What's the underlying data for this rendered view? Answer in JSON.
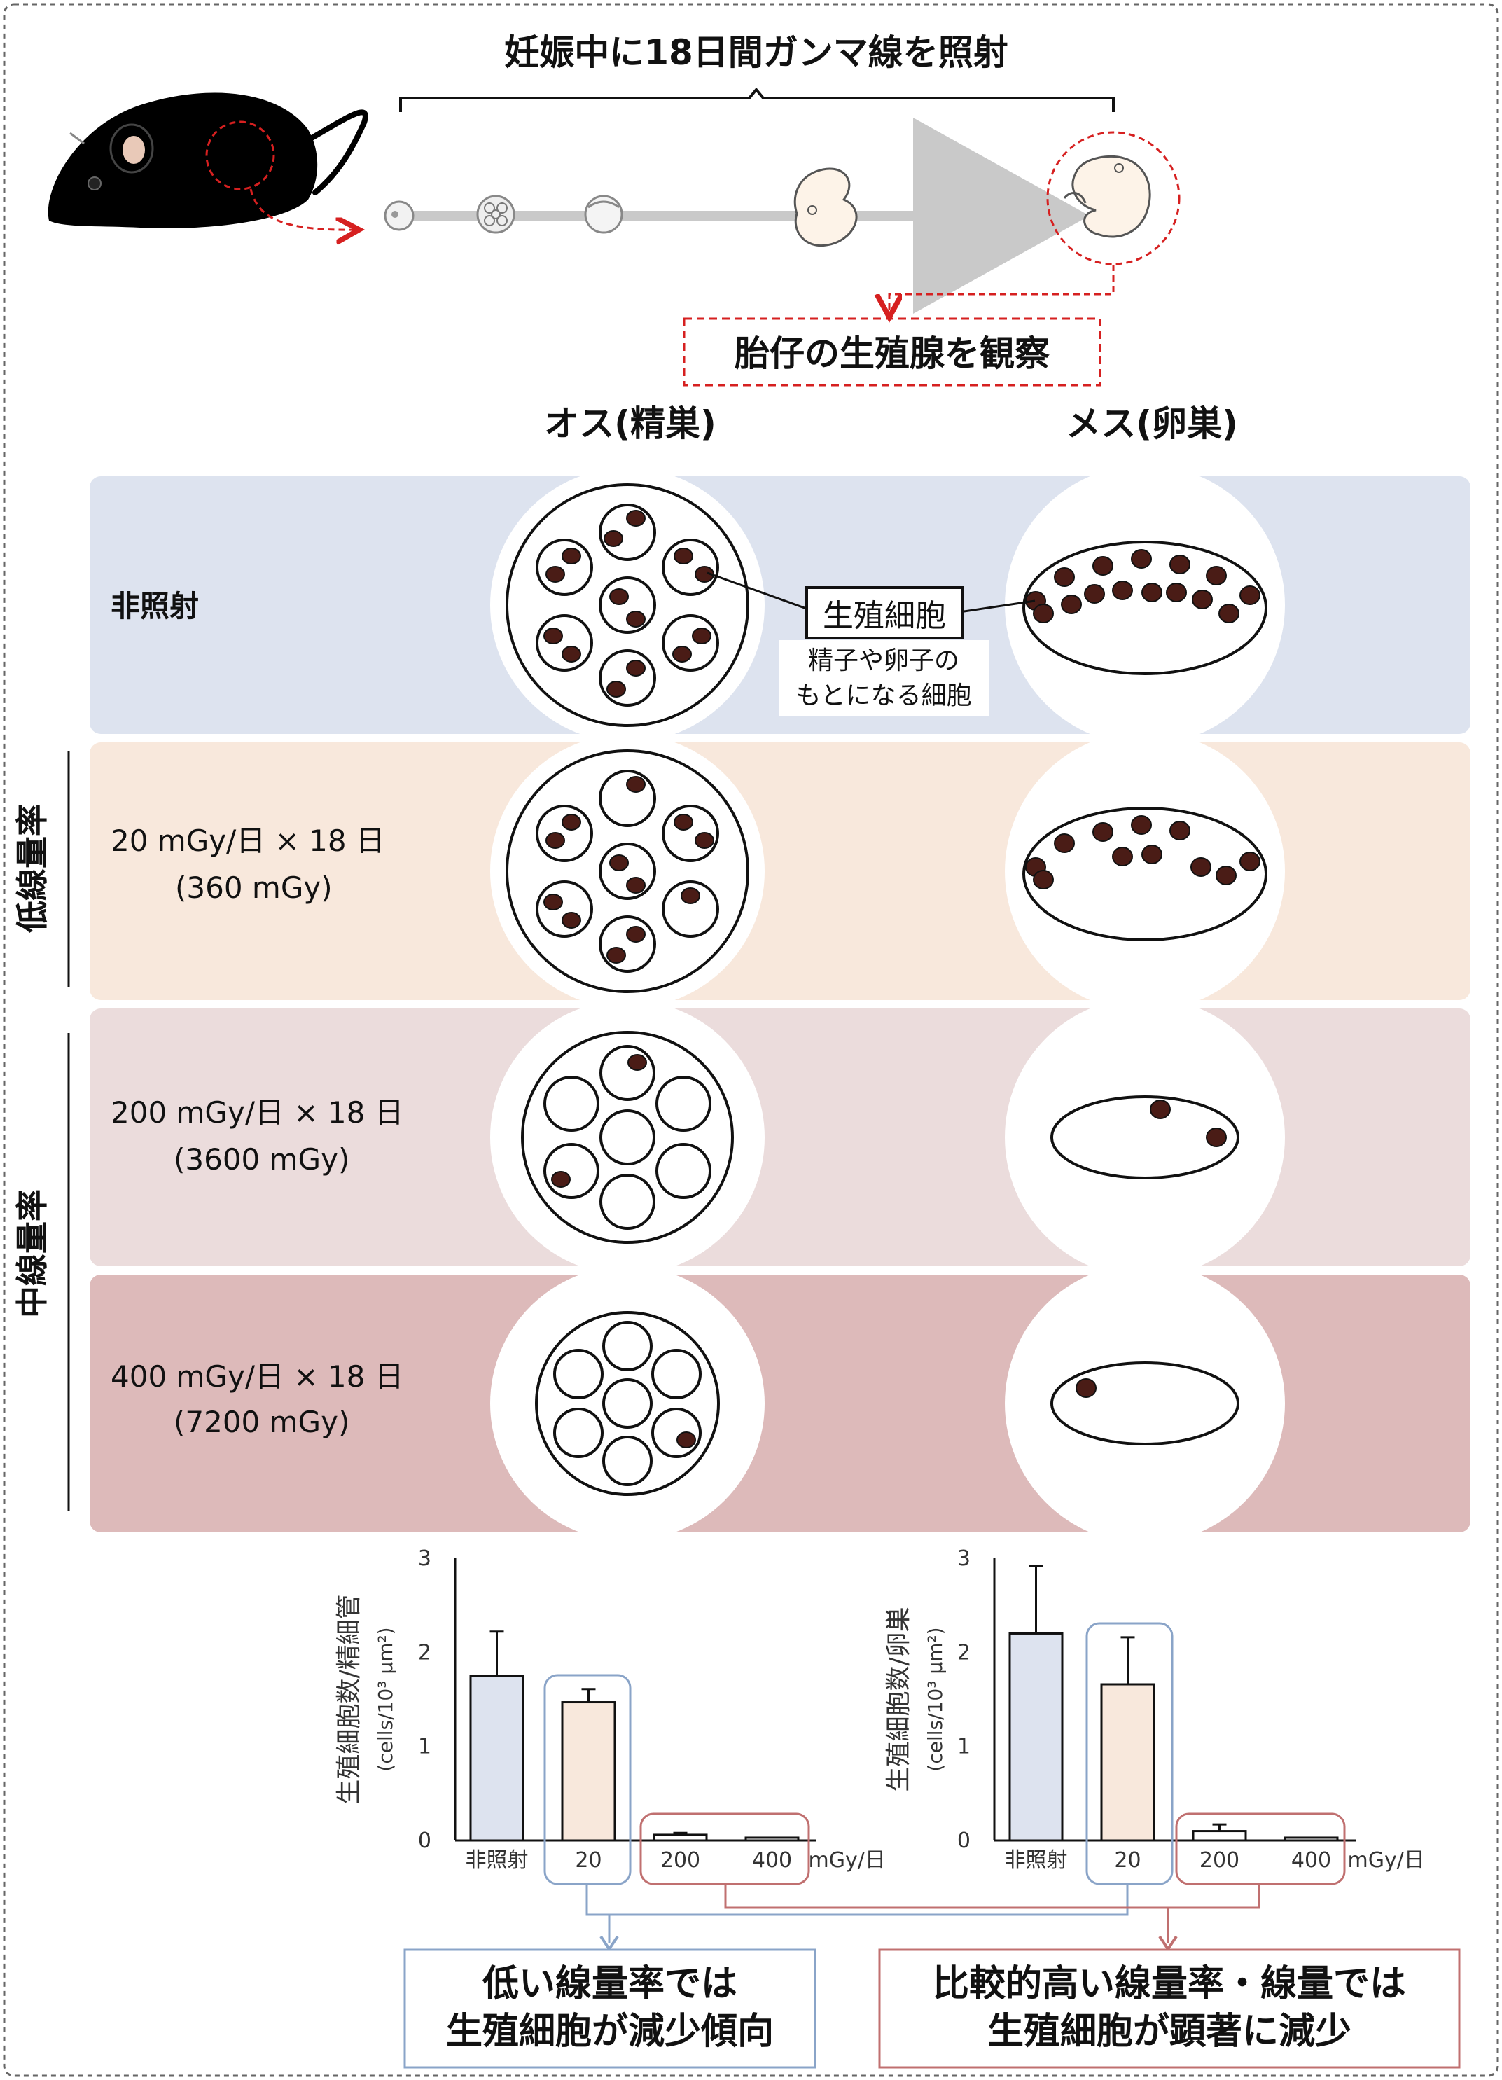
{
  "top": {
    "irradiation_label": "妊娠中に18日間ガンマ線を照射",
    "observe_label": "胎仔の生殖腺を観察"
  },
  "columns": {
    "male": "オス(精巣)",
    "female": "メス(卵巣)"
  },
  "rows": [
    {
      "label1": "非照射",
      "label2": "",
      "color": "#dde3ef"
    },
    {
      "label1": "20 mGy/日 × 18 日",
      "label2": "(360 mGy)",
      "color": "#f8e8dc"
    },
    {
      "label1": "200 mGy/日 × 18 日",
      "label2": "(3600 mGy)",
      "color": "#ebdcdc"
    },
    {
      "label1": "400 mGy/日 × 18 日",
      "label2": "(7200 mGy)",
      "color": "#ddbaba"
    }
  ],
  "side_labels": {
    "low": "低線量率",
    "mid": "中線量率"
  },
  "callout": {
    "title": "生殖細胞",
    "desc1": "精子や卵子の",
    "desc2": "もとになる細胞"
  },
  "chart_data": [
    {
      "type": "bar",
      "ylabel": "生殖細胞数/精細管",
      "yunit": "(cells/10³ µm²)",
      "categories": [
        "非照射",
        "20",
        "200",
        "400"
      ],
      "x_unit": "mGy/日",
      "values": [
        1.75,
        1.47,
        0.06,
        0.03
      ],
      "errors": [
        0.47,
        0.14,
        0.02,
        0.0
      ],
      "colors": [
        "#dde3ef",
        "#f8e8dc",
        "#ffffff",
        "#ffffff"
      ],
      "ylim": [
        0,
        3
      ],
      "yticks": [
        0,
        1,
        2,
        3
      ]
    },
    {
      "type": "bar",
      "ylabel": "生殖細胞数/卵巣",
      "yunit": "(cells/10³ µm²)",
      "categories": [
        "非照射",
        "20",
        "200",
        "400"
      ],
      "x_unit": "mGy/日",
      "values": [
        2.2,
        1.66,
        0.1,
        0.03
      ],
      "errors": [
        0.72,
        0.5,
        0.07,
        0.0
      ],
      "colors": [
        "#dde3ef",
        "#f8e8dc",
        "#ffffff",
        "#ffffff"
      ],
      "ylim": [
        0,
        3
      ],
      "yticks": [
        0,
        1,
        2,
        3
      ]
    }
  ],
  "conclusions": {
    "low_line1": "低い線量率では",
    "low_line2": "生殖細胞が減少傾向",
    "high_line1": "比較的高い線量率・線量では",
    "high_line2": "生殖細胞が顕著に減少"
  },
  "colors": {
    "red_dash": "#d62020",
    "blue_box": "#8aa4c8",
    "red_box": "#c07070",
    "cell": "#4a1c16"
  }
}
